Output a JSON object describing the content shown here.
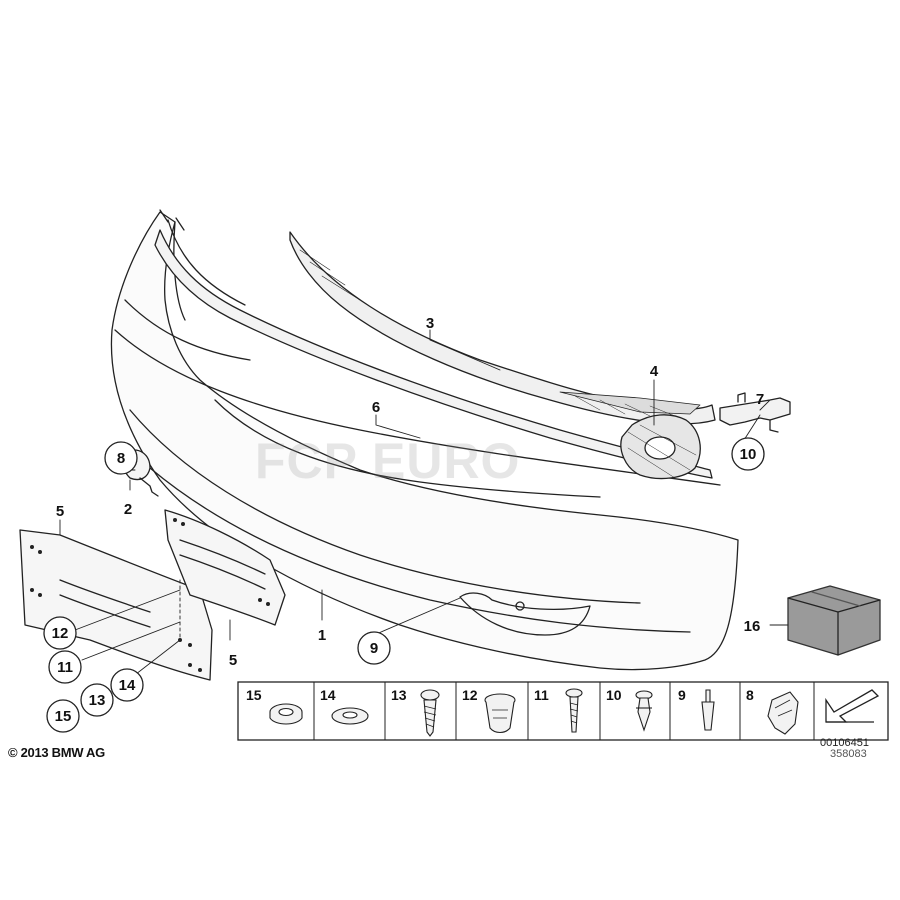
{
  "copyright": "© 2013 BMW AG",
  "drawing_number": "00106451",
  "drawing_number_secondary": "358083",
  "watermark": "FCP EURO",
  "callouts": {
    "c1": "1",
    "c2": "2",
    "c3": "3",
    "c4": "4",
    "c5a": "5",
    "c5b": "5",
    "c6": "6",
    "c7": "7",
    "c8": "8",
    "c9": "9",
    "c10": "10",
    "c11": "11",
    "c12": "12",
    "c13": "13",
    "c14": "14",
    "c15": "15",
    "c16": "16"
  },
  "parts_strip": [
    "15",
    "14",
    "13",
    "12",
    "11",
    "10",
    "9",
    "8"
  ],
  "colors": {
    "line": "#222222",
    "fill": "#f7f7f7",
    "box": "#9a9a9a"
  }
}
